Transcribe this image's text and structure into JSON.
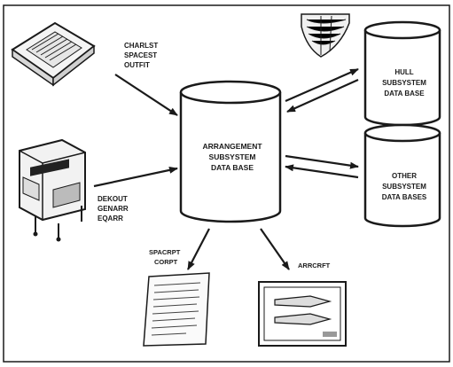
{
  "inputs": {
    "top_terminal_programs": [
      "CHARLST",
      "SPACEST",
      "OUTFIT"
    ],
    "bottom_terminal_programs": [
      "DEKOUT",
      "GENARR",
      "EQARR"
    ]
  },
  "central_db": {
    "lines": [
      "ARRANGEMENT",
      "SUBSYSTEM",
      "DATA BASE"
    ]
  },
  "hull_db": {
    "lines": [
      "HULL",
      "SUBSYSTEM",
      "DATA BASE"
    ]
  },
  "other_db": {
    "lines": [
      "OTHER",
      "SUBSYSTEM",
      "DATA BASES"
    ]
  },
  "outputs": {
    "document_program": [
      "SPACRPT",
      "CORPT"
    ],
    "drawing_program": "ARRCRFT"
  },
  "colors": {
    "ink": "#1a1a1a",
    "paper": "#ffffff"
  }
}
